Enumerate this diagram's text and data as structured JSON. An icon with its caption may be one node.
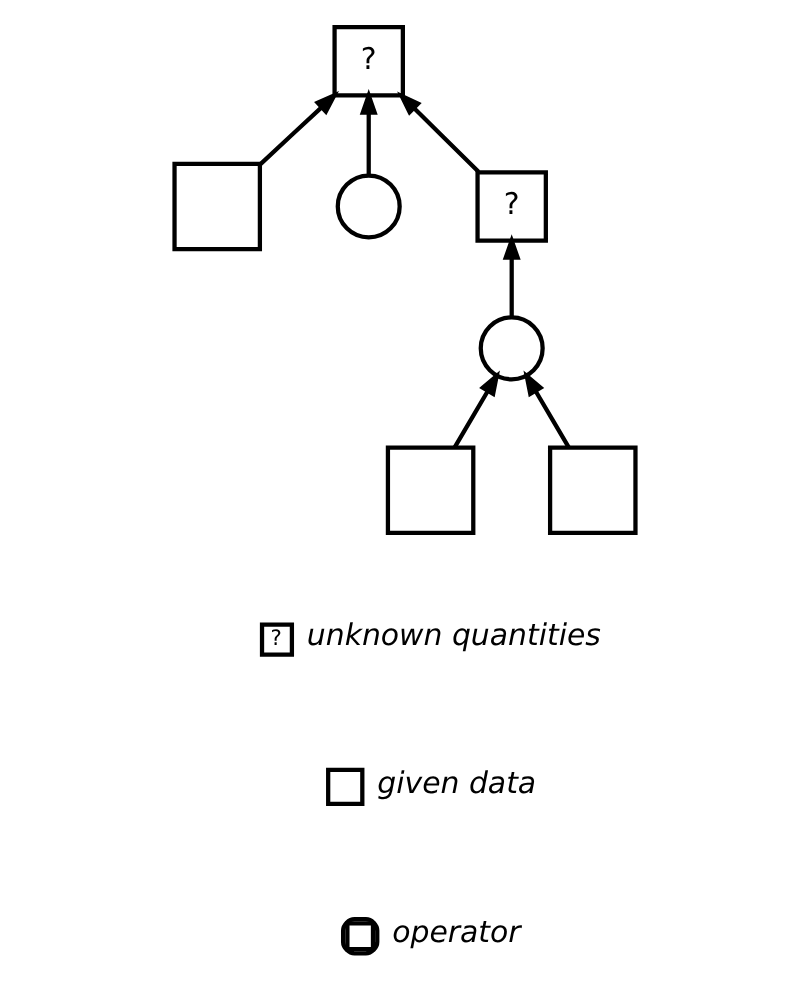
{
  "diagram": {
    "nodes": [
      {
        "text": [
          "?"
        ]
      },
      {
        "text": [],
        "shape": "circle"
      },
      {
        "text": [],
        "shape": "box"
      },
      {
        "text": [
          "?"
        ]
      },
      {
        "text": [],
        "shape": "circle"
      },
      {
        "text": [],
        "shape": "box"
      },
      {
        "text": [],
        "shape": "box"
      }
    ],
    "edges": [
      {
        "from": 2,
        "to": 0,
        "arrow": "to"
      },
      {
        "from": 1,
        "to": 0,
        "arrow": "to"
      },
      {
        "from": 3,
        "to": 0,
        "arrow": "to"
      },
      {
        "from": 4,
        "to": 3,
        "arrow": "to"
      },
      {
        "from": 5,
        "to": 4,
        "arrow": "to"
      },
      {
        "from": 6,
        "to": 4,
        "arrow": "to"
      }
    ],
    "labels": [
      "?"
    ],
    "legend": [
      {
        "text": "unknown quantities"
      },
      {
        "text": "given data"
      },
      {
        "text": "operator"
      }
    ]
  }
}
